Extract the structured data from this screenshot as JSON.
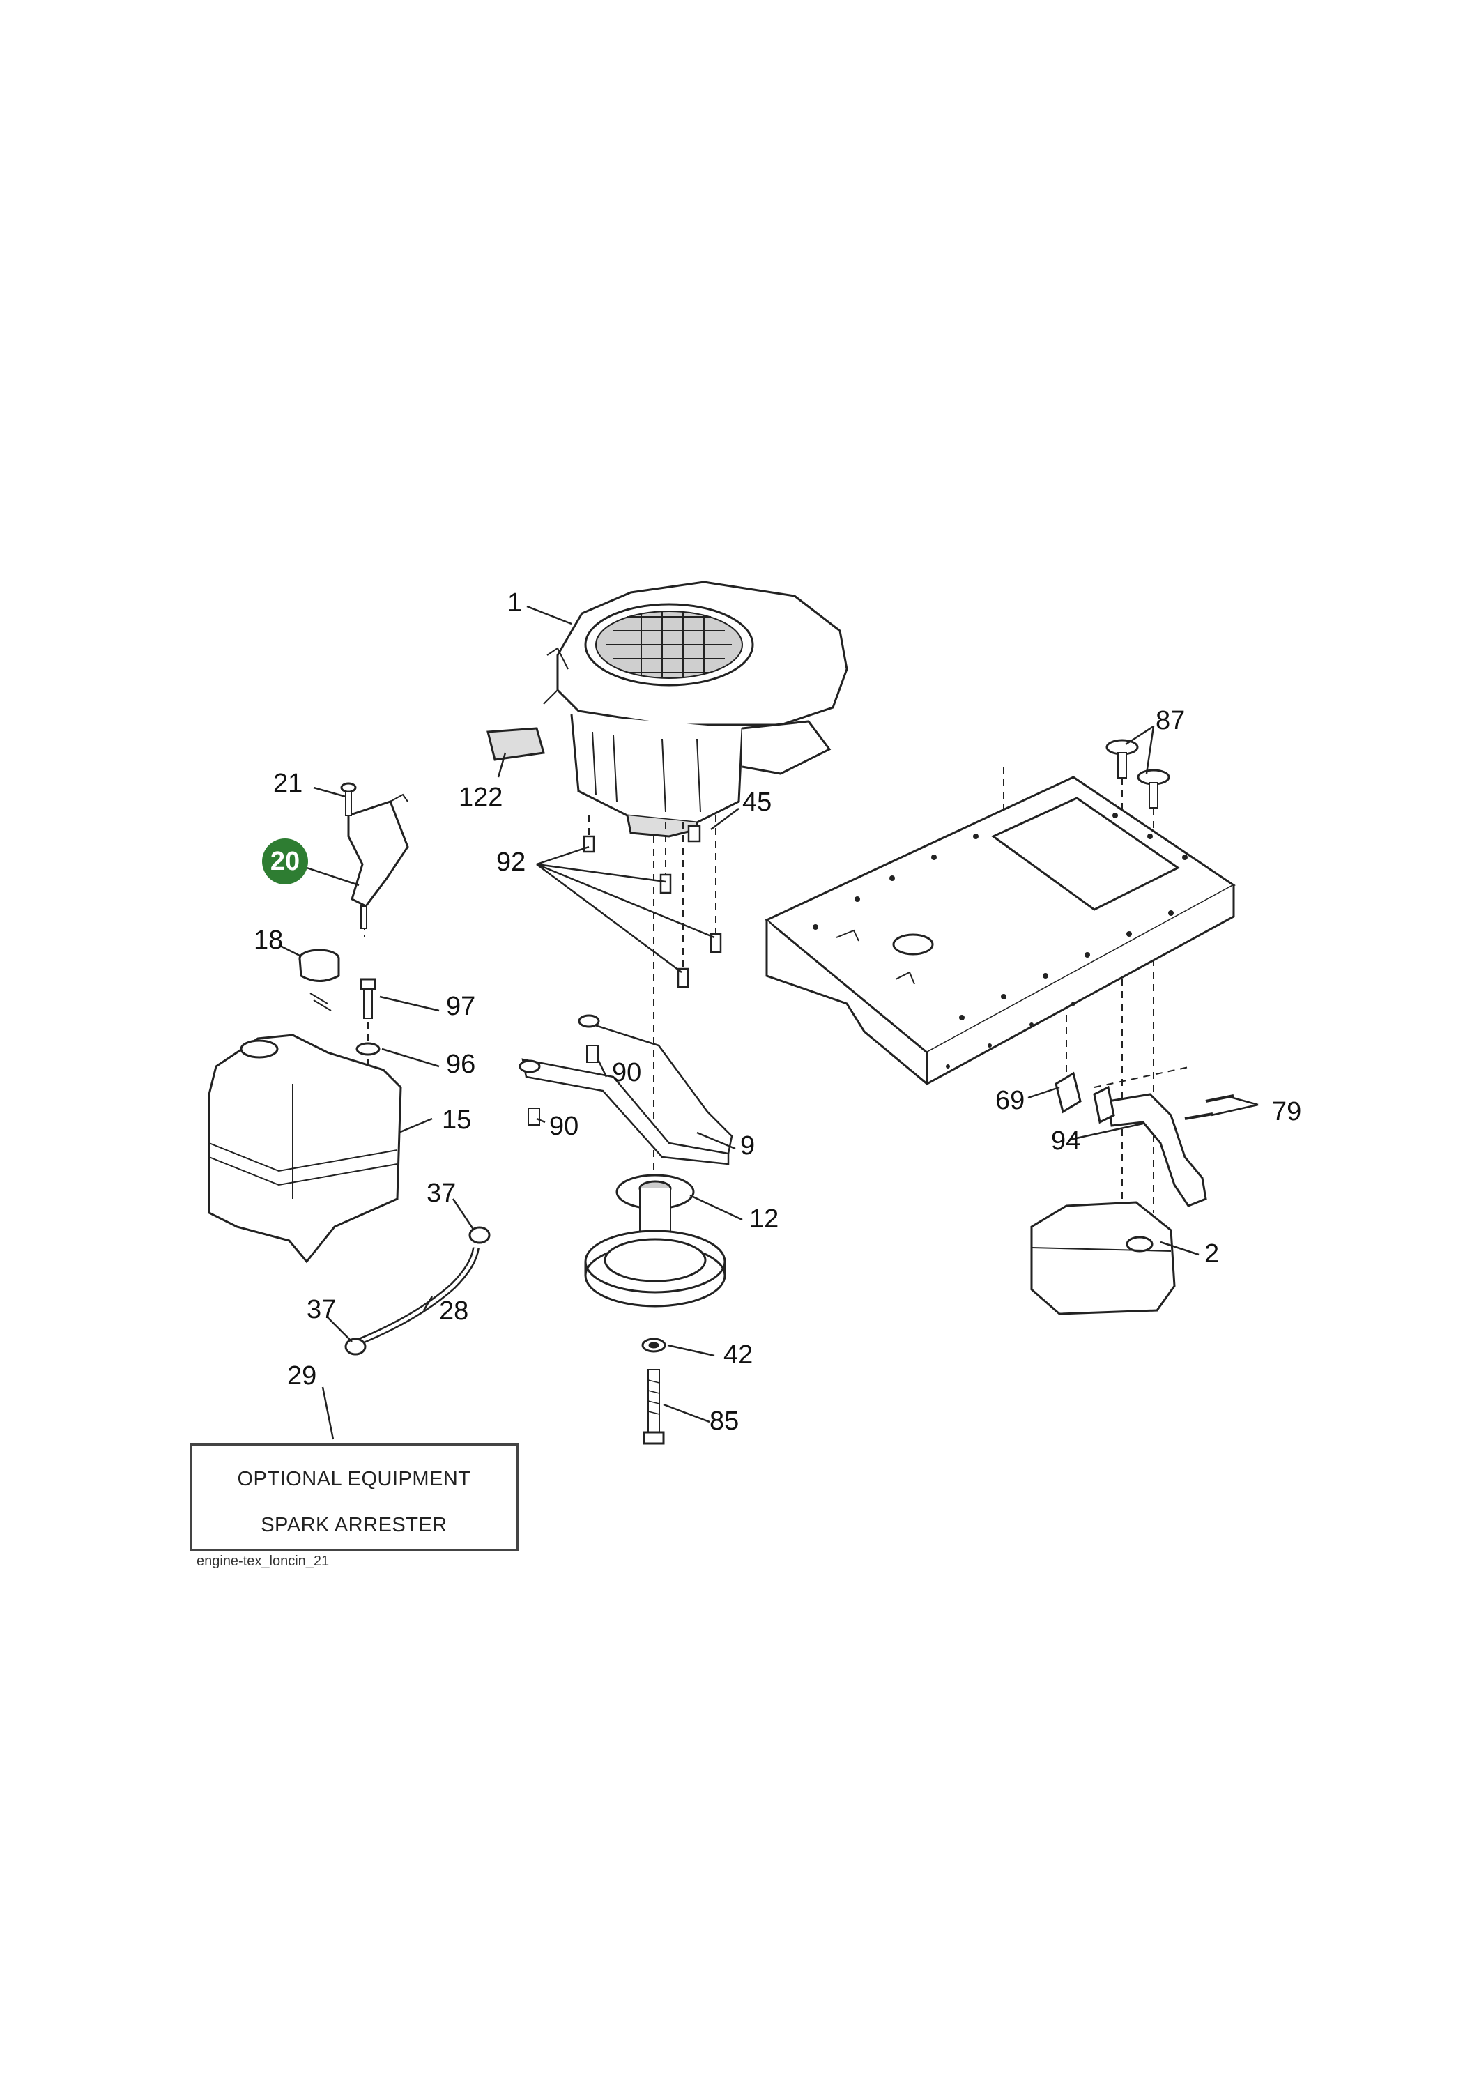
{
  "callout": "20",
  "part_labels": [
    "1",
    "122",
    "45",
    "92",
    "87",
    "21",
    "18",
    "97",
    "96",
    "15",
    "90",
    "90",
    "9",
    "12",
    "69",
    "94",
    "79",
    "2",
    "37",
    "37",
    "28",
    "42",
    "85",
    "29"
  ],
  "optional_box": {
    "line1": "OPTIONAL EQUIPMENT",
    "line2": "SPARK ARRESTER"
  },
  "diagram_code": "engine-tex_loncin_21",
  "colors": {
    "callout": "#2e7d32",
    "line": "#222222",
    "fill": "#ffffff"
  }
}
